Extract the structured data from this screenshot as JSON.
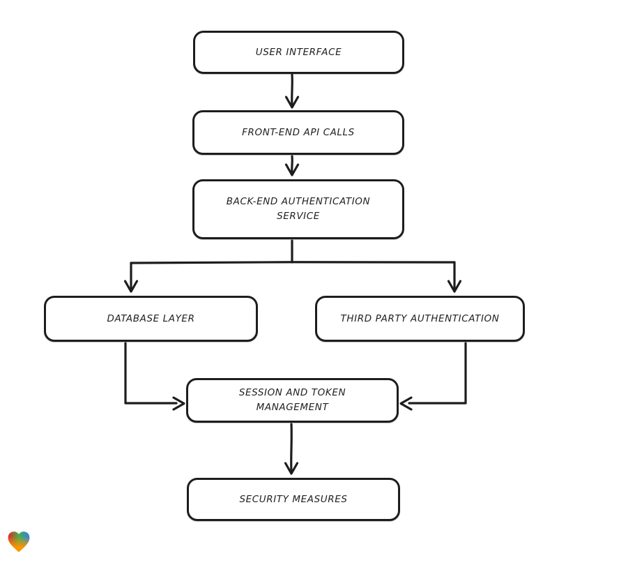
{
  "diagram": {
    "type": "flowchart",
    "background_color": "#ffffff",
    "stroke_color": "#1d1d1d",
    "node_fill_color": "#ffffff",
    "text_color": "#1f1f1f",
    "nodes": [
      {
        "id": "user-interface",
        "label": "USER INTERFACE"
      },
      {
        "id": "front-end-api-calls",
        "label": "FRONT-END API CALLS"
      },
      {
        "id": "back-end-authentication-service",
        "label": "BACK-END AUTHENTICATION SERVICE"
      },
      {
        "id": "database-layer",
        "label": "DATABASE LAYER"
      },
      {
        "id": "third-party-authentication",
        "label": "THIRD PARTY AUTHENTICATION"
      },
      {
        "id": "session-and-token-management",
        "label": "SESSION AND TOKEN MANAGEMENT"
      },
      {
        "id": "security-measures",
        "label": "SECURITY MEASURES"
      }
    ],
    "edges": [
      {
        "from": "user-interface",
        "to": "front-end-api-calls"
      },
      {
        "from": "front-end-api-calls",
        "to": "back-end-authentication-service"
      },
      {
        "from": "back-end-authentication-service",
        "to": "database-layer"
      },
      {
        "from": "back-end-authentication-service",
        "to": "third-party-authentication"
      },
      {
        "from": "database-layer",
        "to": "session-and-token-management"
      },
      {
        "from": "third-party-authentication",
        "to": "session-and-token-management"
      },
      {
        "from": "session-and-token-management",
        "to": "security-measures"
      }
    ]
  },
  "logo": {
    "name": "eraser-heart-logo",
    "gradient_colors": [
      "#e5252a",
      "#43b049",
      "#2d7ff0",
      "#ff9500"
    ]
  }
}
